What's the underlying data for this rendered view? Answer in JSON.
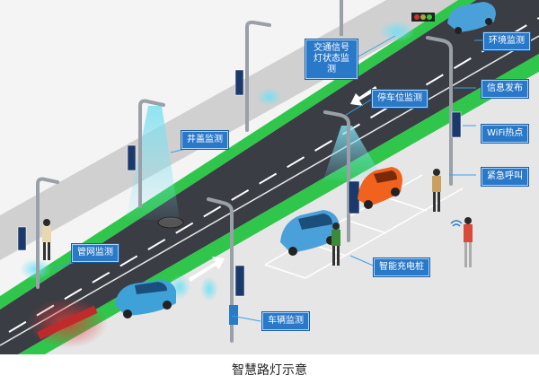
{
  "labels": {
    "traffic_signal": "交通信号灯状态监测",
    "env_monitor": "环境监测",
    "parking_monitor": "停车位监测",
    "info_publish": "信息发布",
    "wifi": "WiFi热点",
    "emergency_call": "紧急呼叫",
    "manhole_monitor": "井盖监测",
    "pipe_monitor": "管网监测",
    "smart_charging": "智能充电桩",
    "vehicle_monitor": "车辆监测"
  },
  "caption": "智慧路灯示意",
  "colors": {
    "road": "#3a3d44",
    "green_strip": "#2cc84a",
    "sidewalk": "#d8d8d8",
    "label_bg": "#2a78c8",
    "beam": "#5fd2e8",
    "car_blue": "#4aa0d8",
    "car_orange": "#f0621e"
  }
}
